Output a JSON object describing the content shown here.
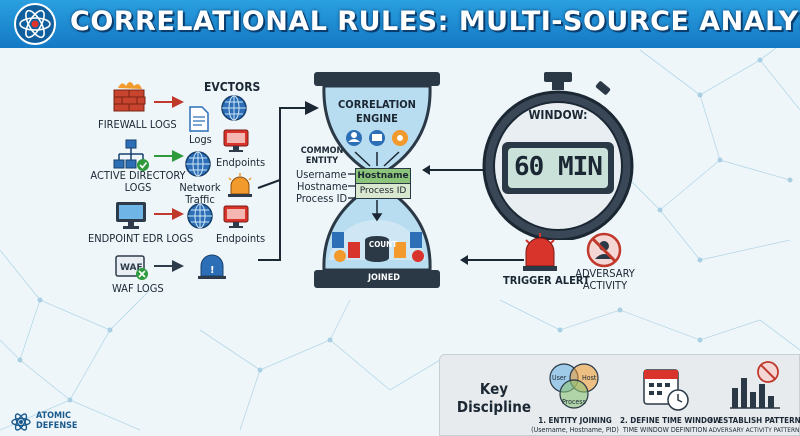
{
  "header": {
    "title": "CORRELATIONAL RULES: MULTI-SOURCE ANALYSIS"
  },
  "sources": [
    {
      "label": "FIREWALL LOGS",
      "icon": "firewall-icon"
    },
    {
      "label": "ACTIVE DIRECTORY\nLOGS",
      "icon": "network-hierarchy-icon"
    },
    {
      "label": "ENDPOINT EDR LOGS",
      "icon": "monitor-icon"
    },
    {
      "label": "WAF LOGS",
      "icon": "waf-icon"
    }
  ],
  "evctors": {
    "title": "EVCTORS",
    "items": [
      "Logs",
      "Endpoints",
      "Network\nTraffic",
      "Endpoints"
    ]
  },
  "common_entity": {
    "title": "COMMON\nENTITY",
    "fields": [
      "Username",
      "Hostname",
      "Process ID"
    ]
  },
  "engine": {
    "title": "CORRELATION\nENGINE",
    "band_top": "Hostname",
    "band_bottom": "Process ID",
    "count_label": "COUNT",
    "base_label": "JOINED"
  },
  "stopwatch": {
    "label": "WINDOW:",
    "value": "60 MIN"
  },
  "trigger": {
    "label": "TRIGGER ALERT"
  },
  "adversary": {
    "label": "ADVERSARY\nACTIVITY"
  },
  "logo": {
    "name": "ATOMIC\nDEFENSE"
  },
  "key": {
    "title": "Key\nDiscipline",
    "venn": [
      "User",
      "Host",
      "Process"
    ],
    "steps": [
      {
        "title": "1. ENTITY JOINING",
        "sub": "(Username, Hostname, PID)"
      },
      {
        "title": "2. DEFINE TIME WINDOW",
        "sub": "TIME WINDOW DEFINITION"
      },
      {
        "title": "3. ESTABLISH PATTERN",
        "sub": "ADVERSARY ACTIVITY PATTERN"
      }
    ]
  },
  "colors": {
    "header": "#1a8ad4",
    "accent_red": "#d8342c",
    "accent_green": "#2e9a3c",
    "glass": "#9ec9e6"
  }
}
